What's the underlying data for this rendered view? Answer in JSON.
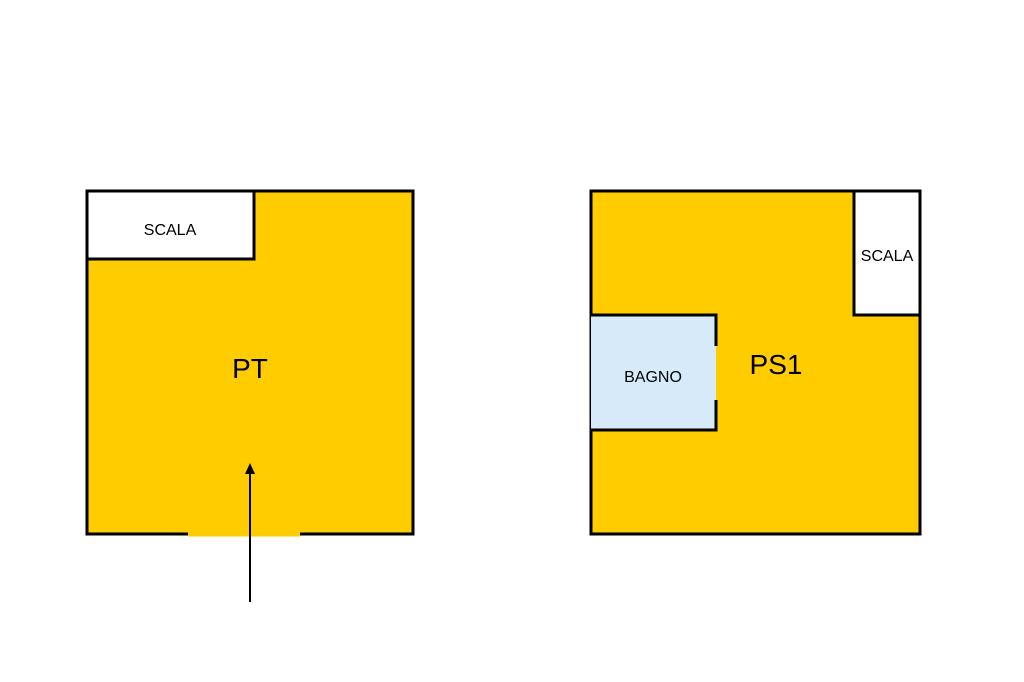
{
  "colors": {
    "background": "#ffffff",
    "floor_fill": "#ffcc00",
    "stair_fill": "#ffffff",
    "bathroom_fill": "#d6eafa",
    "wall_stroke": "#000000"
  },
  "plans": [
    {
      "floor_label": "PT",
      "rooms": [
        {
          "label": "SCALA"
        }
      ],
      "has_entrance_arrow": true
    },
    {
      "floor_label": "PS1",
      "rooms": [
        {
          "label": "SCALA"
        },
        {
          "label": "BAGNO"
        }
      ],
      "has_entrance_arrow": false
    }
  ]
}
